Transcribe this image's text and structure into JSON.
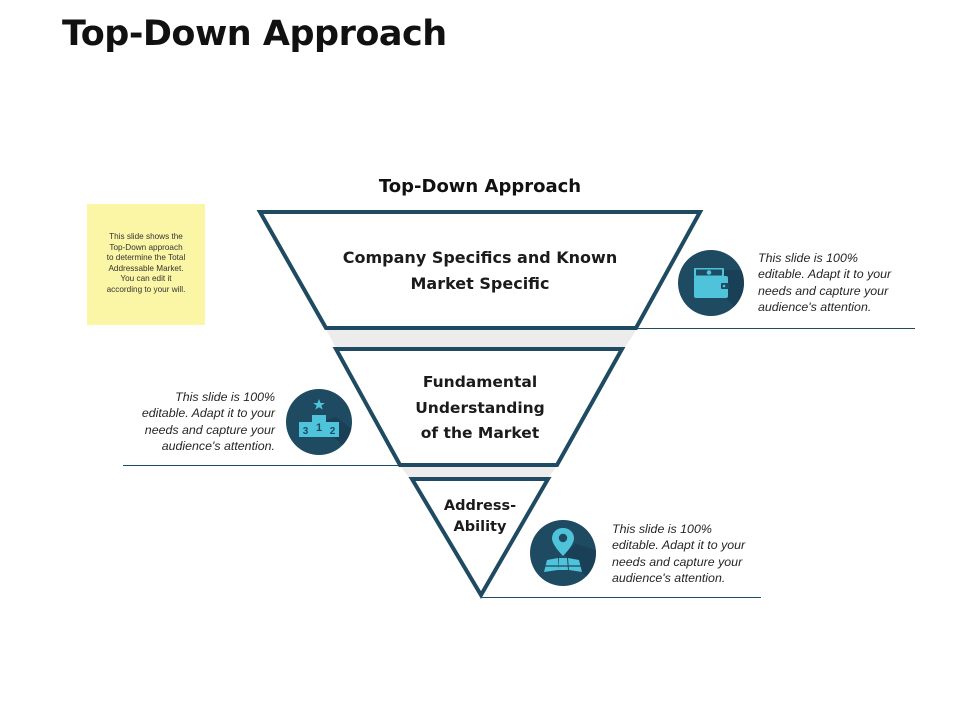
{
  "slide": {
    "title": "Top-Down Approach"
  },
  "diagram": {
    "title": "Top-Down Approach",
    "levels": [
      {
        "label_line1": "Company Specifics and Known",
        "label_line2": "Market Specific"
      },
      {
        "label_line1": "Fundamental",
        "label_line2": "Understanding",
        "label_line3": "of the Market"
      },
      {
        "label_line1": "Address-",
        "label_line2": "Ability"
      }
    ]
  },
  "sticky_note": {
    "lines": [
      "This slide shows the",
      "Top-Down approach",
      "to determine the Total",
      "Addressable Market.",
      "You can edit it",
      "according to your will."
    ]
  },
  "descriptions": [
    {
      "icon": "wallet-money-icon",
      "lines": [
        "This slide is 100%",
        "editable. Adapt it to your",
        "needs and capture your",
        "audience's attention."
      ]
    },
    {
      "icon": "podium-icon",
      "lines": [
        "This slide is 100%",
        "editable. Adapt it to your",
        "needs and capture your",
        "audience's attention."
      ]
    },
    {
      "icon": "map-pin-icon",
      "lines": [
        "This slide is 100%",
        "editable. Adapt it to your",
        "needs and capture your",
        "audience's attention."
      ]
    }
  ],
  "podium_ranks": [
    "3",
    "1",
    "2"
  ],
  "colors": {
    "funnel_stroke": "#1e4a62",
    "icon_circle": "#1e4a62",
    "icon_glyph": "#4fc3d9",
    "sticky_note": "#fbf6a6",
    "connector_line": "#1e4a62"
  }
}
